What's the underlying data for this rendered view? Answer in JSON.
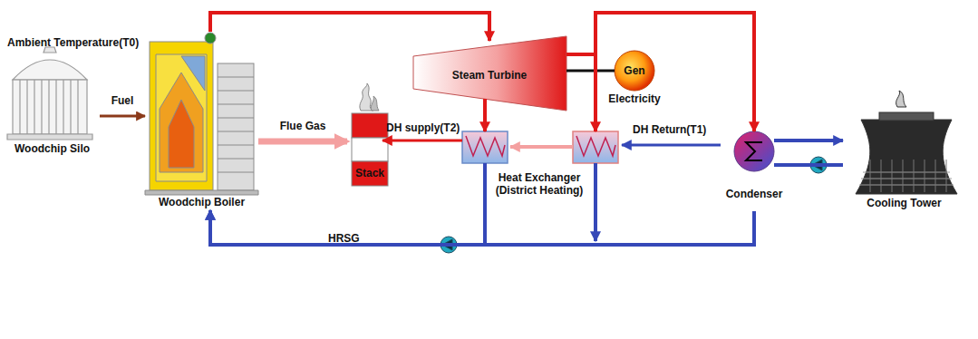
{
  "diagram": {
    "nodes": [
      {
        "text": [
          "Woodchip Silo"
        ]
      },
      {
        "text": [
          "Woodchip Boiler"
        ]
      },
      {
        "text": [
          "Stack"
        ]
      },
      {
        "text": [
          "Steam Turbine"
        ]
      },
      {
        "text": [
          "Gen",
          "Electricity"
        ]
      },
      {
        "text": [
          "Heat Exchanger (District Heating)"
        ]
      },
      {
        "text": [
          "Condenser"
        ]
      },
      {
        "text": [
          "Cooling Tower"
        ]
      }
    ],
    "edges": [
      {
        "from": 0,
        "to": 1,
        "label": "Fuel",
        "arrow": "to"
      },
      {
        "from": 1,
        "to": 2,
        "label": "Flue Gas",
        "arrow": "to"
      },
      {
        "from": 1,
        "to": 3,
        "arrow": "to"
      },
      {
        "from": 3,
        "to": 4,
        "arrow": "none"
      },
      {
        "from": 3,
        "to": 5,
        "arrow": "to"
      },
      {
        "from": 3,
        "to": 5,
        "arrow": "to"
      },
      {
        "from": 3,
        "to": 6,
        "arrow": "to"
      },
      {
        "from": 5,
        "to": 1,
        "arrow": "to"
      },
      {
        "from": 6,
        "to": 1,
        "arrow": "to"
      },
      {
        "from": 6,
        "to": 7,
        "arrow": "to"
      },
      {
        "from": 7,
        "to": 6,
        "arrow": "none"
      }
    ],
    "labels": [
      "Ambient Temperature(T0)",
      "HRSG",
      "DH supply(T2)",
      "DH Return(T1)"
    ]
  }
}
